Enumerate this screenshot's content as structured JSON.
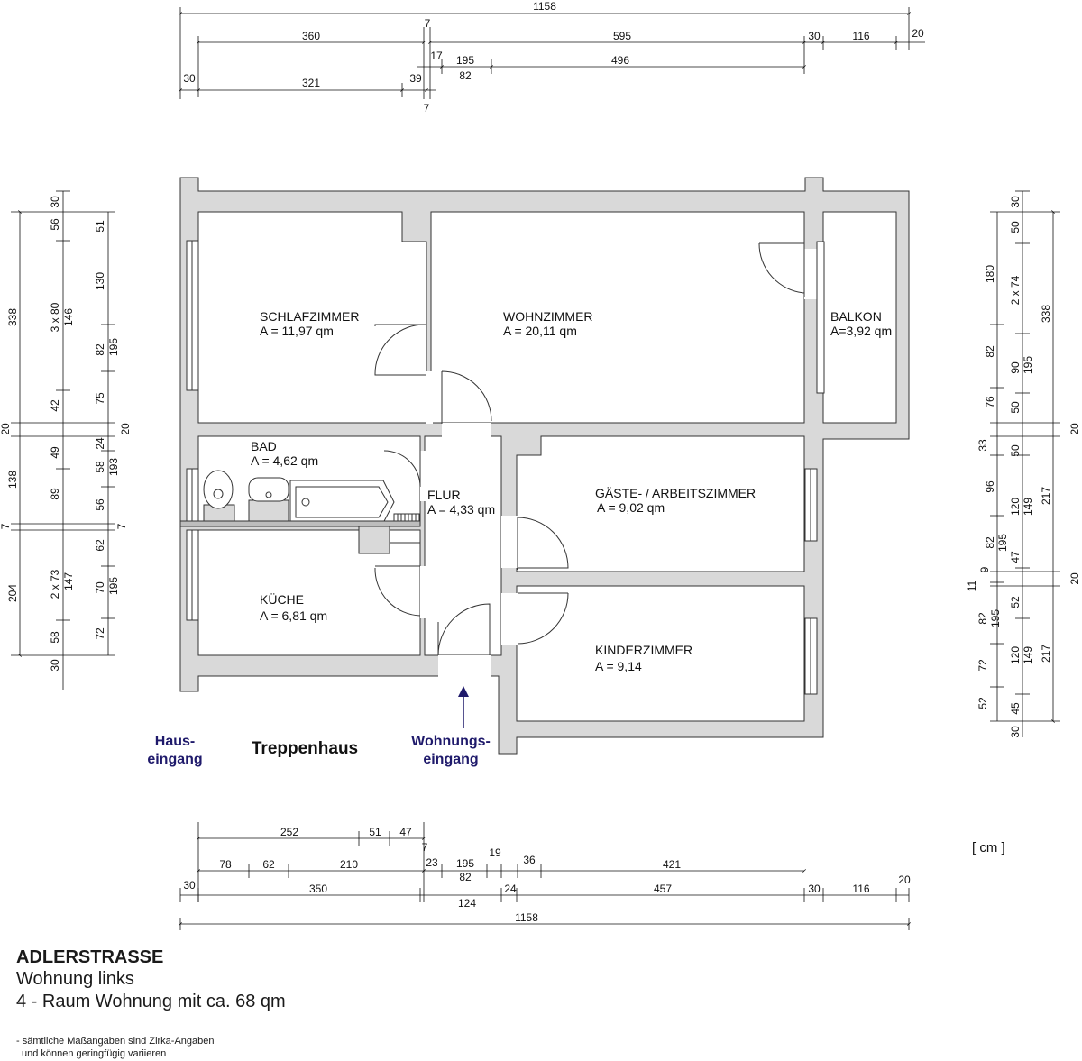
{
  "rooms": {
    "schlafzimmer": {
      "name": "SCHLAFZIMMER",
      "area": "A = 11,97 qm"
    },
    "wohnzimmer": {
      "name": "WOHNZIMMER",
      "area": "A = 20,11 qm"
    },
    "balkon": {
      "name": "BALKON",
      "area": "A=3,92 qm"
    },
    "bad": {
      "name": "BAD",
      "area": "A = 4,62 qm"
    },
    "flur": {
      "name": "FLUR",
      "area": "A = 4,33 qm"
    },
    "gaeste": {
      "name": "GÄSTE- / ARBEITSZIMMER",
      "area": "A = 9,02 qm"
    },
    "kueche": {
      "name": "KÜCHE",
      "area": "A = 6,81 qm"
    },
    "kinderzimmer": {
      "name": "KINDERZIMMER",
      "area": "A = 9,14"
    }
  },
  "labels": {
    "haus_1": "Haus-",
    "haus_2": "eingang",
    "treppenhaus": "Treppenhaus",
    "wohnung_1": "Wohnungs-",
    "wohnung_2": "eingang",
    "unit": "[ cm ]"
  },
  "dims": {
    "top": [
      "1158",
      "7",
      "360",
      "595",
      "30",
      "116",
      "20",
      "17",
      "195",
      "82",
      "496",
      "30",
      "321",
      "39",
      "7"
    ],
    "bottom": [
      "252",
      "51",
      "47",
      "7",
      "78",
      "62",
      "210",
      "23",
      "195",
      "82",
      "19",
      "36",
      "421",
      "30",
      "350",
      "124",
      "24",
      "457",
      "30",
      "116",
      "20",
      "1158"
    ],
    "left": [
      "30",
      "56",
      "51",
      "338",
      "3 x 80",
      "146",
      "130",
      "82",
      "195",
      "42",
      "75",
      "20",
      "20",
      "49",
      "24",
      "138",
      "89",
      "58",
      "193",
      "56",
      "7",
      "7",
      "62",
      "204",
      "2 x 73",
      "147",
      "70",
      "195",
      "58",
      "72",
      "30"
    ],
    "right": [
      "30",
      "50",
      "180",
      "2 x 74",
      "338",
      "82",
      "90",
      "195",
      "76",
      "50",
      "20",
      "33",
      "50",
      "96",
      "120",
      "149",
      "217",
      "82",
      "195",
      "47",
      "20",
      "9",
      "11",
      "52",
      "82",
      "195",
      "120",
      "149",
      "217",
      "72",
      "52",
      "45",
      "30"
    ]
  },
  "title": {
    "street": "ADLERSTRASSE",
    "line2": "Wohnung links",
    "line3": "4 - Raum Wohnung mit ca. 68 qm"
  },
  "note": {
    "line1": "- sämtliche Maßangaben sind Zirka-Angaben",
    "line2": "und können geringfügig variieren"
  },
  "colors": {
    "wall": "#d9d9d9",
    "wall_edge": "#333333",
    "nav": "#1f1a6b"
  }
}
